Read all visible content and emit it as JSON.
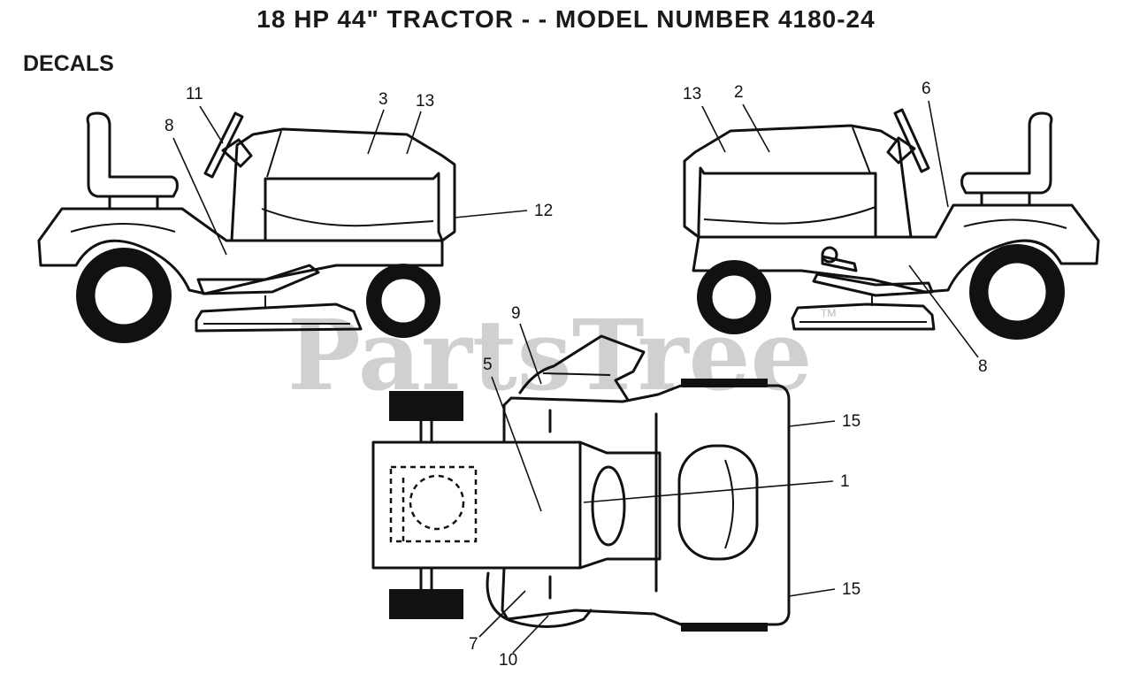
{
  "title": "18 HP 44\" TRACTOR - - MODEL NUMBER 4180-24",
  "section_label": "DECALS",
  "watermark": "PartsTree",
  "trademark": "TM",
  "callouts": {
    "left_view": [
      "11",
      "8",
      "3",
      "13",
      "12"
    ],
    "right_view": [
      "13",
      "2",
      "6",
      "8"
    ],
    "top_view": [
      "9",
      "5",
      "15",
      "1",
      "15",
      "7",
      "10"
    ]
  }
}
